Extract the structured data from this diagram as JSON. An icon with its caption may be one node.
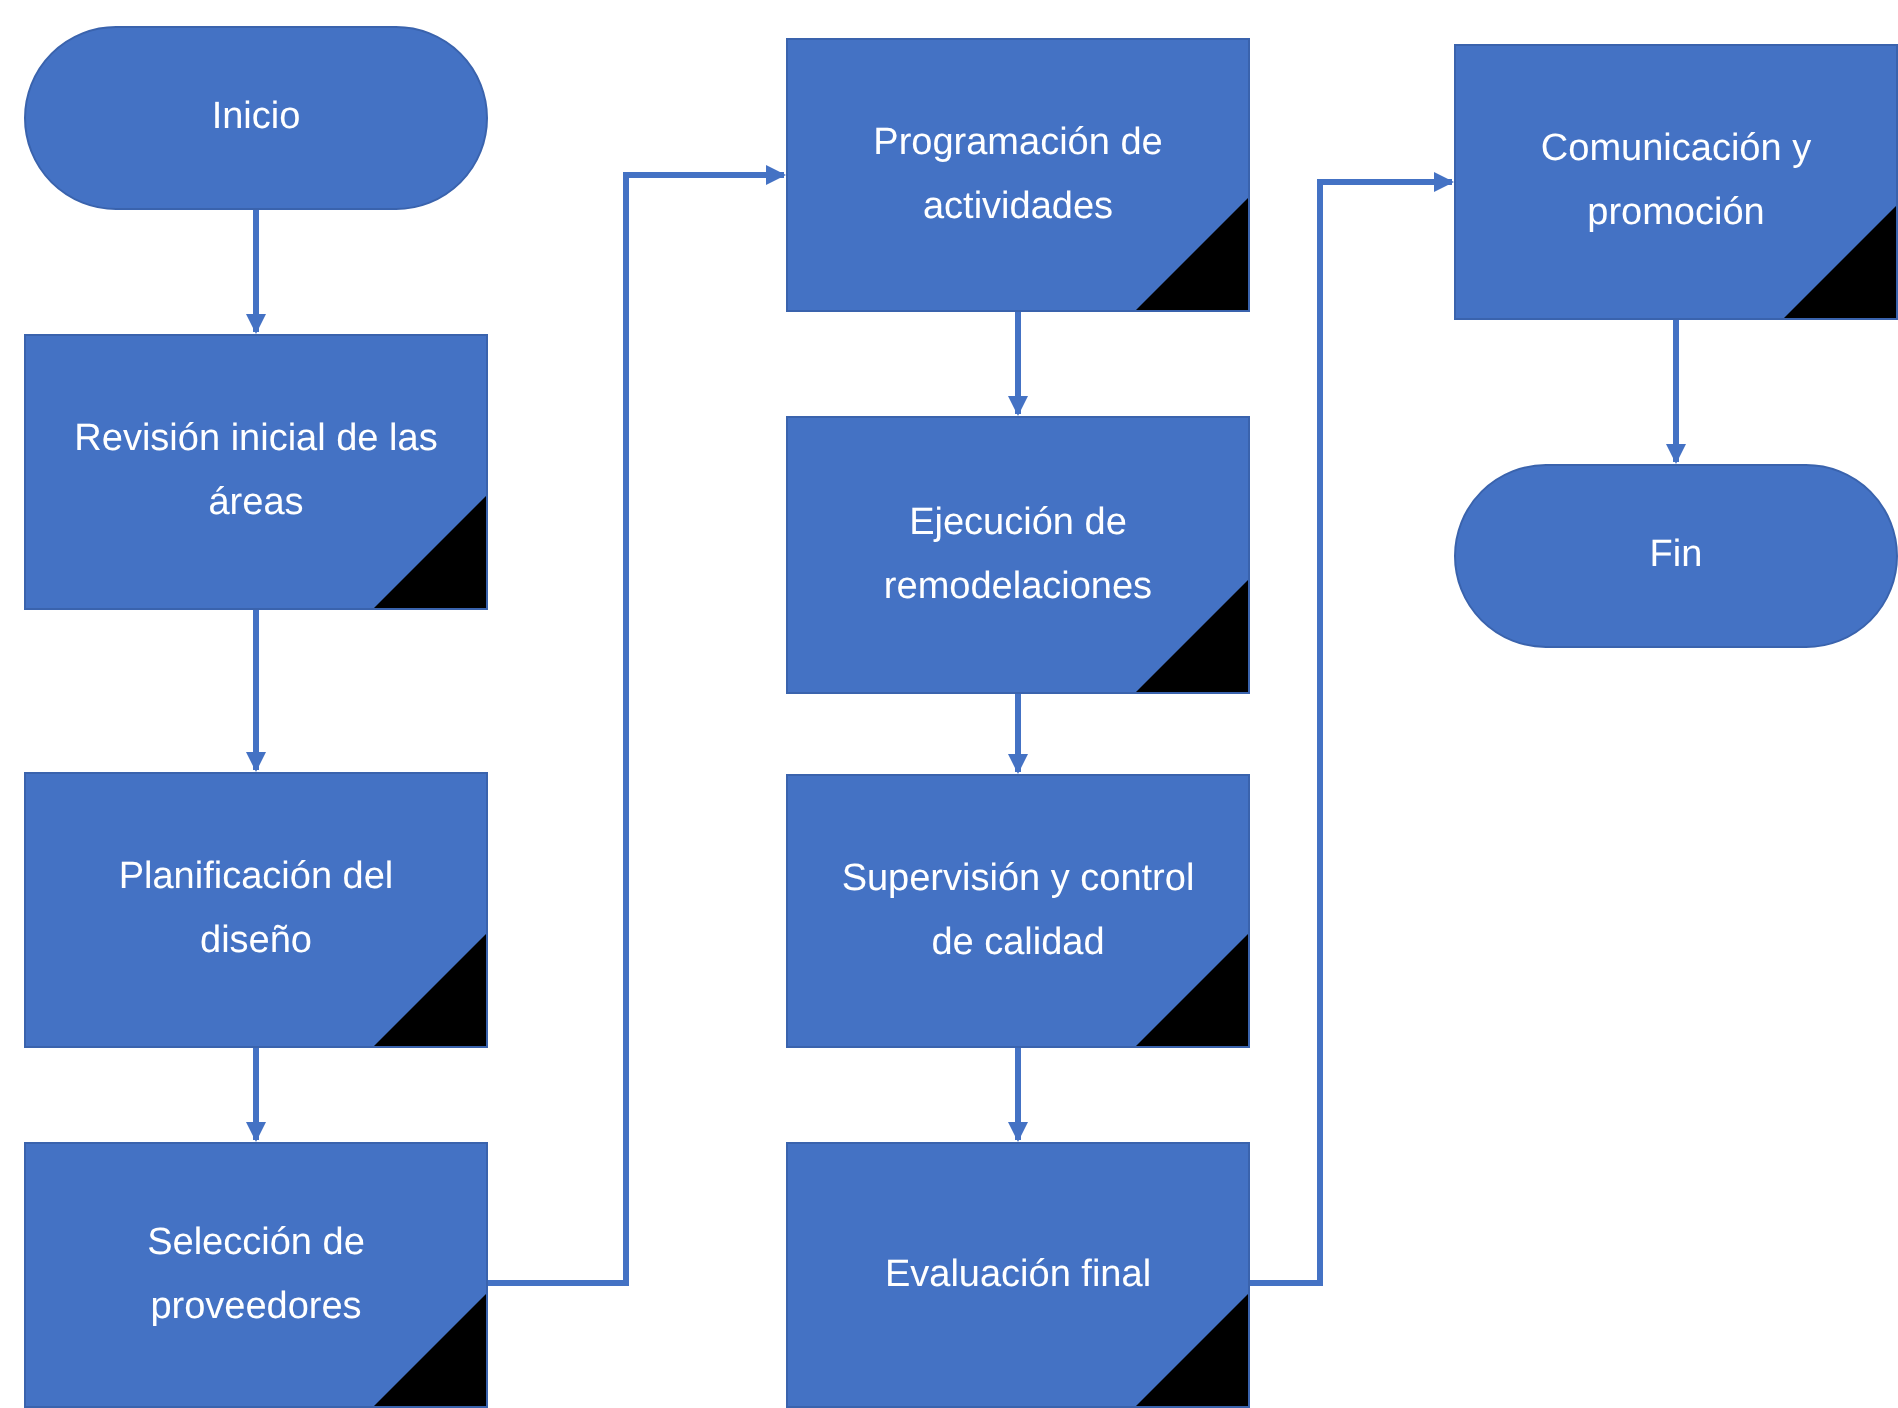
{
  "diagram": {
    "nodes": [
      {
        "text": [
          "Inicio"
        ]
      },
      {
        "text": [
          "Revisión inicial de las áreas"
        ]
      },
      {
        "text": [
          "Planificación del diseño"
        ]
      },
      {
        "text": [
          "Selección de proveedores"
        ]
      },
      {
        "text": [
          "Programación de actividades"
        ]
      },
      {
        "text": [
          "Ejecución de remodelaciones"
        ]
      },
      {
        "text": [
          "Supervisión y control de calidad"
        ]
      },
      {
        "text": [
          "Evaluación final"
        ]
      },
      {
        "text": [
          "Comunicación y promoción"
        ]
      },
      {
        "text": [
          "Fin"
        ]
      }
    ],
    "edges": [
      {
        "from": 0,
        "to": 1,
        "arrow": "to"
      },
      {
        "from": 1,
        "to": 2,
        "arrow": "to"
      },
      {
        "from": 2,
        "to": 3,
        "arrow": "to"
      },
      {
        "from": 3,
        "to": 4,
        "arrow": "to"
      },
      {
        "from": 4,
        "to": 5,
        "arrow": "to"
      },
      {
        "from": 5,
        "to": 6,
        "arrow": "to"
      },
      {
        "from": 6,
        "to": 7,
        "arrow": "to"
      },
      {
        "from": 7,
        "to": 8,
        "arrow": "to"
      },
      {
        "from": 8,
        "to": 9,
        "arrow": "to"
      }
    ]
  }
}
